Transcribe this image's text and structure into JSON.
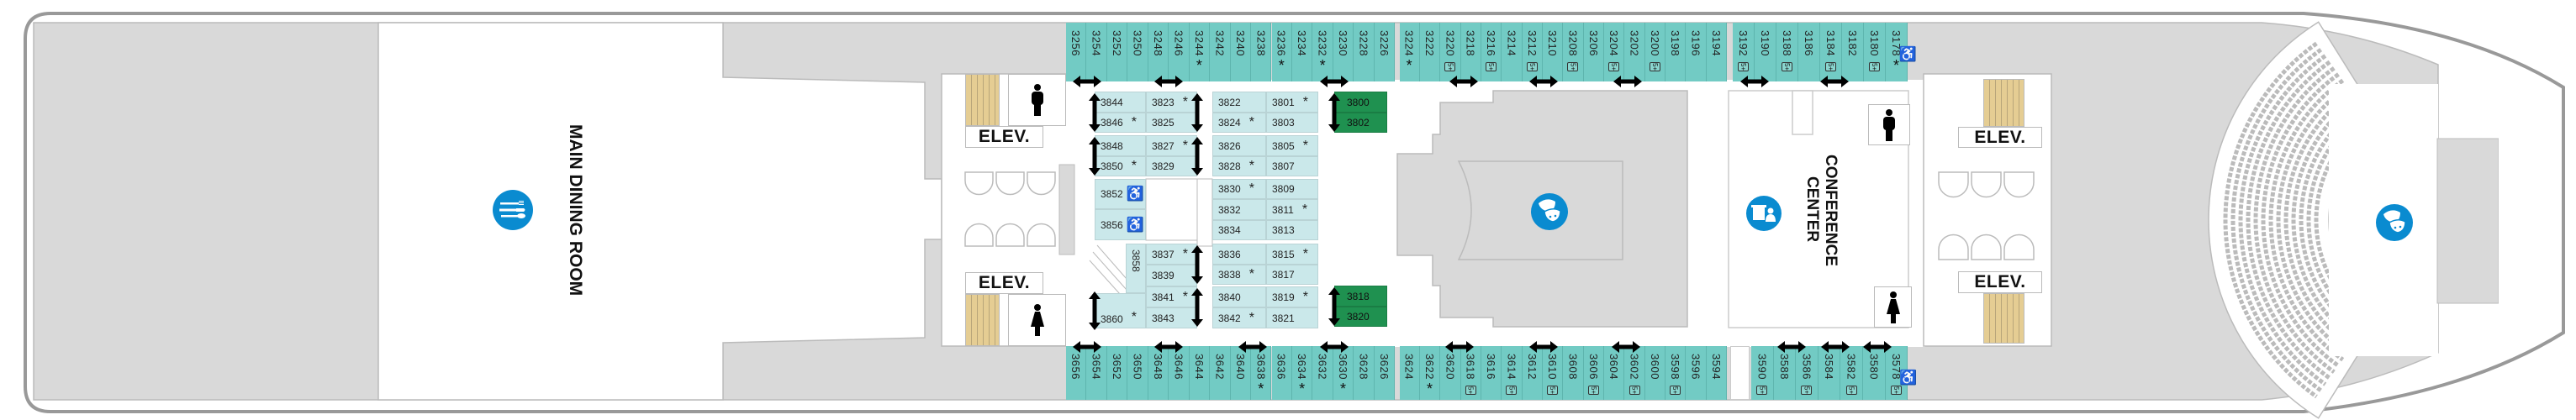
{
  "labels": {
    "dining": "MAIN DINING ROOM",
    "conference": "CONFERENCE CENTER",
    "elevators": [
      "ELEV.",
      "ELEV.",
      "ELEV.",
      "ELEV."
    ]
  },
  "icons": {
    "dining": "dining-icon",
    "theater": "theater-masks-icon",
    "conference": "conference-podium-icon",
    "men": "mens-restroom-icon",
    "women": "womens-restroom-icon",
    "accessible": "wheelchair-icon",
    "connecting": "double-arrow-icon"
  },
  "colors": {
    "ocean_view": "#72cbc4",
    "interior": "#cae8ea",
    "suite": "#1f9150",
    "public_space": "#d9d9d9",
    "icon": "#0a8bd0",
    "stairs": "#e5cd93"
  },
  "cabins_top": [
    [
      {
        "n": "3256",
        "m": ""
      },
      {
        "n": "3254",
        "m": ""
      },
      {
        "n": "3252",
        "m": ""
      },
      {
        "n": "3250",
        "m": ""
      },
      {
        "n": "3248",
        "m": ""
      },
      {
        "n": "3246",
        "m": ""
      },
      {
        "n": "3244",
        "m": "*"
      },
      {
        "n": "3242",
        "m": ""
      },
      {
        "n": "3240",
        "m": ""
      },
      {
        "n": "3238",
        "m": ""
      },
      {
        "n": "3236",
        "m": "*"
      },
      {
        "n": "3234",
        "m": ""
      },
      {
        "n": "3232",
        "m": "*"
      },
      {
        "n": "3230",
        "m": ""
      },
      {
        "n": "3228",
        "m": ""
      },
      {
        "n": "3226",
        "m": ""
      }
    ],
    [
      {
        "n": "3224",
        "m": "*"
      },
      {
        "n": "3222",
        "m": ""
      },
      {
        "n": "3220",
        "m": "5+"
      },
      {
        "n": "3218",
        "m": ""
      },
      {
        "n": "3216",
        "m": "5+"
      },
      {
        "n": "3214",
        "m": ""
      },
      {
        "n": "3212",
        "m": "5+"
      },
      {
        "n": "3210",
        "m": ""
      },
      {
        "n": "3208",
        "m": "5+"
      },
      {
        "n": "3206",
        "m": ""
      },
      {
        "n": "3204",
        "m": "5+"
      },
      {
        "n": "3202",
        "m": ""
      },
      {
        "n": "3200",
        "m": "5+"
      },
      {
        "n": "3198",
        "m": ""
      },
      {
        "n": "3196",
        "m": ""
      },
      {
        "n": "3194",
        "m": ""
      }
    ],
    [
      {
        "n": "3192",
        "m": "5+"
      },
      {
        "n": "3190",
        "m": ""
      },
      {
        "n": "3188",
        "m": "5+"
      },
      {
        "n": "3186",
        "m": ""
      },
      {
        "n": "3184",
        "m": "5+"
      },
      {
        "n": "3182",
        "m": ""
      },
      {
        "n": "3180",
        "m": "5+"
      },
      {
        "n": "3178",
        "m": "*",
        "a": true
      }
    ]
  ],
  "cabins_bottom": [
    [
      {
        "n": "3656",
        "m": ""
      },
      {
        "n": "3654",
        "m": ""
      },
      {
        "n": "3652",
        "m": ""
      },
      {
        "n": "3650",
        "m": ""
      },
      {
        "n": "3648",
        "m": ""
      },
      {
        "n": "3646",
        "m": ""
      },
      {
        "n": "3644",
        "m": ""
      },
      {
        "n": "3642",
        "m": ""
      },
      {
        "n": "3640",
        "m": ""
      },
      {
        "n": "3638",
        "m": "*"
      },
      {
        "n": "3636",
        "m": ""
      },
      {
        "n": "3634",
        "m": "*"
      },
      {
        "n": "3632",
        "m": ""
      },
      {
        "n": "3630",
        "m": "*"
      },
      {
        "n": "3628",
        "m": ""
      },
      {
        "n": "3626",
        "m": ""
      }
    ],
    [
      {
        "n": "3624",
        "m": ""
      },
      {
        "n": "3622",
        "m": "*"
      },
      {
        "n": "3620",
        "m": ""
      },
      {
        "n": "3618",
        "m": "5+"
      },
      {
        "n": "3616",
        "m": ""
      },
      {
        "n": "3614",
        "m": "5+"
      },
      {
        "n": "3612",
        "m": ""
      },
      {
        "n": "3610",
        "m": "5+"
      },
      {
        "n": "3608",
        "m": ""
      },
      {
        "n": "3606",
        "m": "5+"
      },
      {
        "n": "3604",
        "m": ""
      },
      {
        "n": "3602",
        "m": "5+"
      },
      {
        "n": "3600",
        "m": ""
      },
      {
        "n": "3598",
        "m": "5+"
      },
      {
        "n": "3596",
        "m": ""
      },
      {
        "n": "3594",
        "m": ""
      }
    ],
    [
      {
        "n": "3590",
        "m": "5+"
      },
      {
        "n": "3588",
        "m": ""
      },
      {
        "n": "3586",
        "m": "5+"
      },
      {
        "n": "3584",
        "m": ""
      },
      {
        "n": "3582",
        "m": "5+"
      },
      {
        "n": "3580",
        "m": ""
      },
      {
        "n": "3578",
        "m": "5+",
        "a": true
      }
    ]
  ],
  "interior": [
    {
      "n": "3844",
      "m": ""
    },
    {
      "n": "3823",
      "m": "*"
    },
    {
      "n": "3846",
      "m": "*"
    },
    {
      "n": "3825",
      "m": ""
    },
    {
      "n": "3848",
      "m": ""
    },
    {
      "n": "3827",
      "m": "*"
    },
    {
      "n": "3850",
      "m": "*"
    },
    {
      "n": "3829",
      "m": ""
    },
    {
      "n": "3852",
      "m": "",
      "a": true
    },
    {
      "n": "3856",
      "m": "",
      "a": true
    },
    {
      "n": "3858",
      "m": ""
    },
    {
      "n": "3837",
      "m": "*"
    },
    {
      "n": "3839",
      "m": ""
    },
    {
      "n": "3841",
      "m": "*"
    },
    {
      "n": "3843",
      "m": ""
    },
    {
      "n": "3860",
      "m": "*"
    },
    {
      "n": "3822",
      "m": ""
    },
    {
      "n": "3801",
      "m": "*"
    },
    {
      "n": "3824",
      "m": "*"
    },
    {
      "n": "3803",
      "m": ""
    },
    {
      "n": "3826",
      "m": ""
    },
    {
      "n": "3805",
      "m": "*"
    },
    {
      "n": "3828",
      "m": "*"
    },
    {
      "n": "3807",
      "m": ""
    },
    {
      "n": "3830",
      "m": "*"
    },
    {
      "n": "3809",
      "m": ""
    },
    {
      "n": "3832",
      "m": ""
    },
    {
      "n": "3811",
      "m": "*"
    },
    {
      "n": "3834",
      "m": ""
    },
    {
      "n": "3813",
      "m": ""
    },
    {
      "n": "3836",
      "m": ""
    },
    {
      "n": "3815",
      "m": "*"
    },
    {
      "n": "3838",
      "m": "*"
    },
    {
      "n": "3817",
      "m": ""
    },
    {
      "n": "3840",
      "m": ""
    },
    {
      "n": "3819",
      "m": "*"
    },
    {
      "n": "3842",
      "m": "*"
    },
    {
      "n": "3821",
      "m": ""
    },
    {
      "n": "3800",
      "m": "",
      "g": true
    },
    {
      "n": "3802",
      "m": "",
      "g": true
    },
    {
      "n": "3818",
      "m": "",
      "g": true
    },
    {
      "n": "3820",
      "m": "",
      "g": true
    }
  ]
}
